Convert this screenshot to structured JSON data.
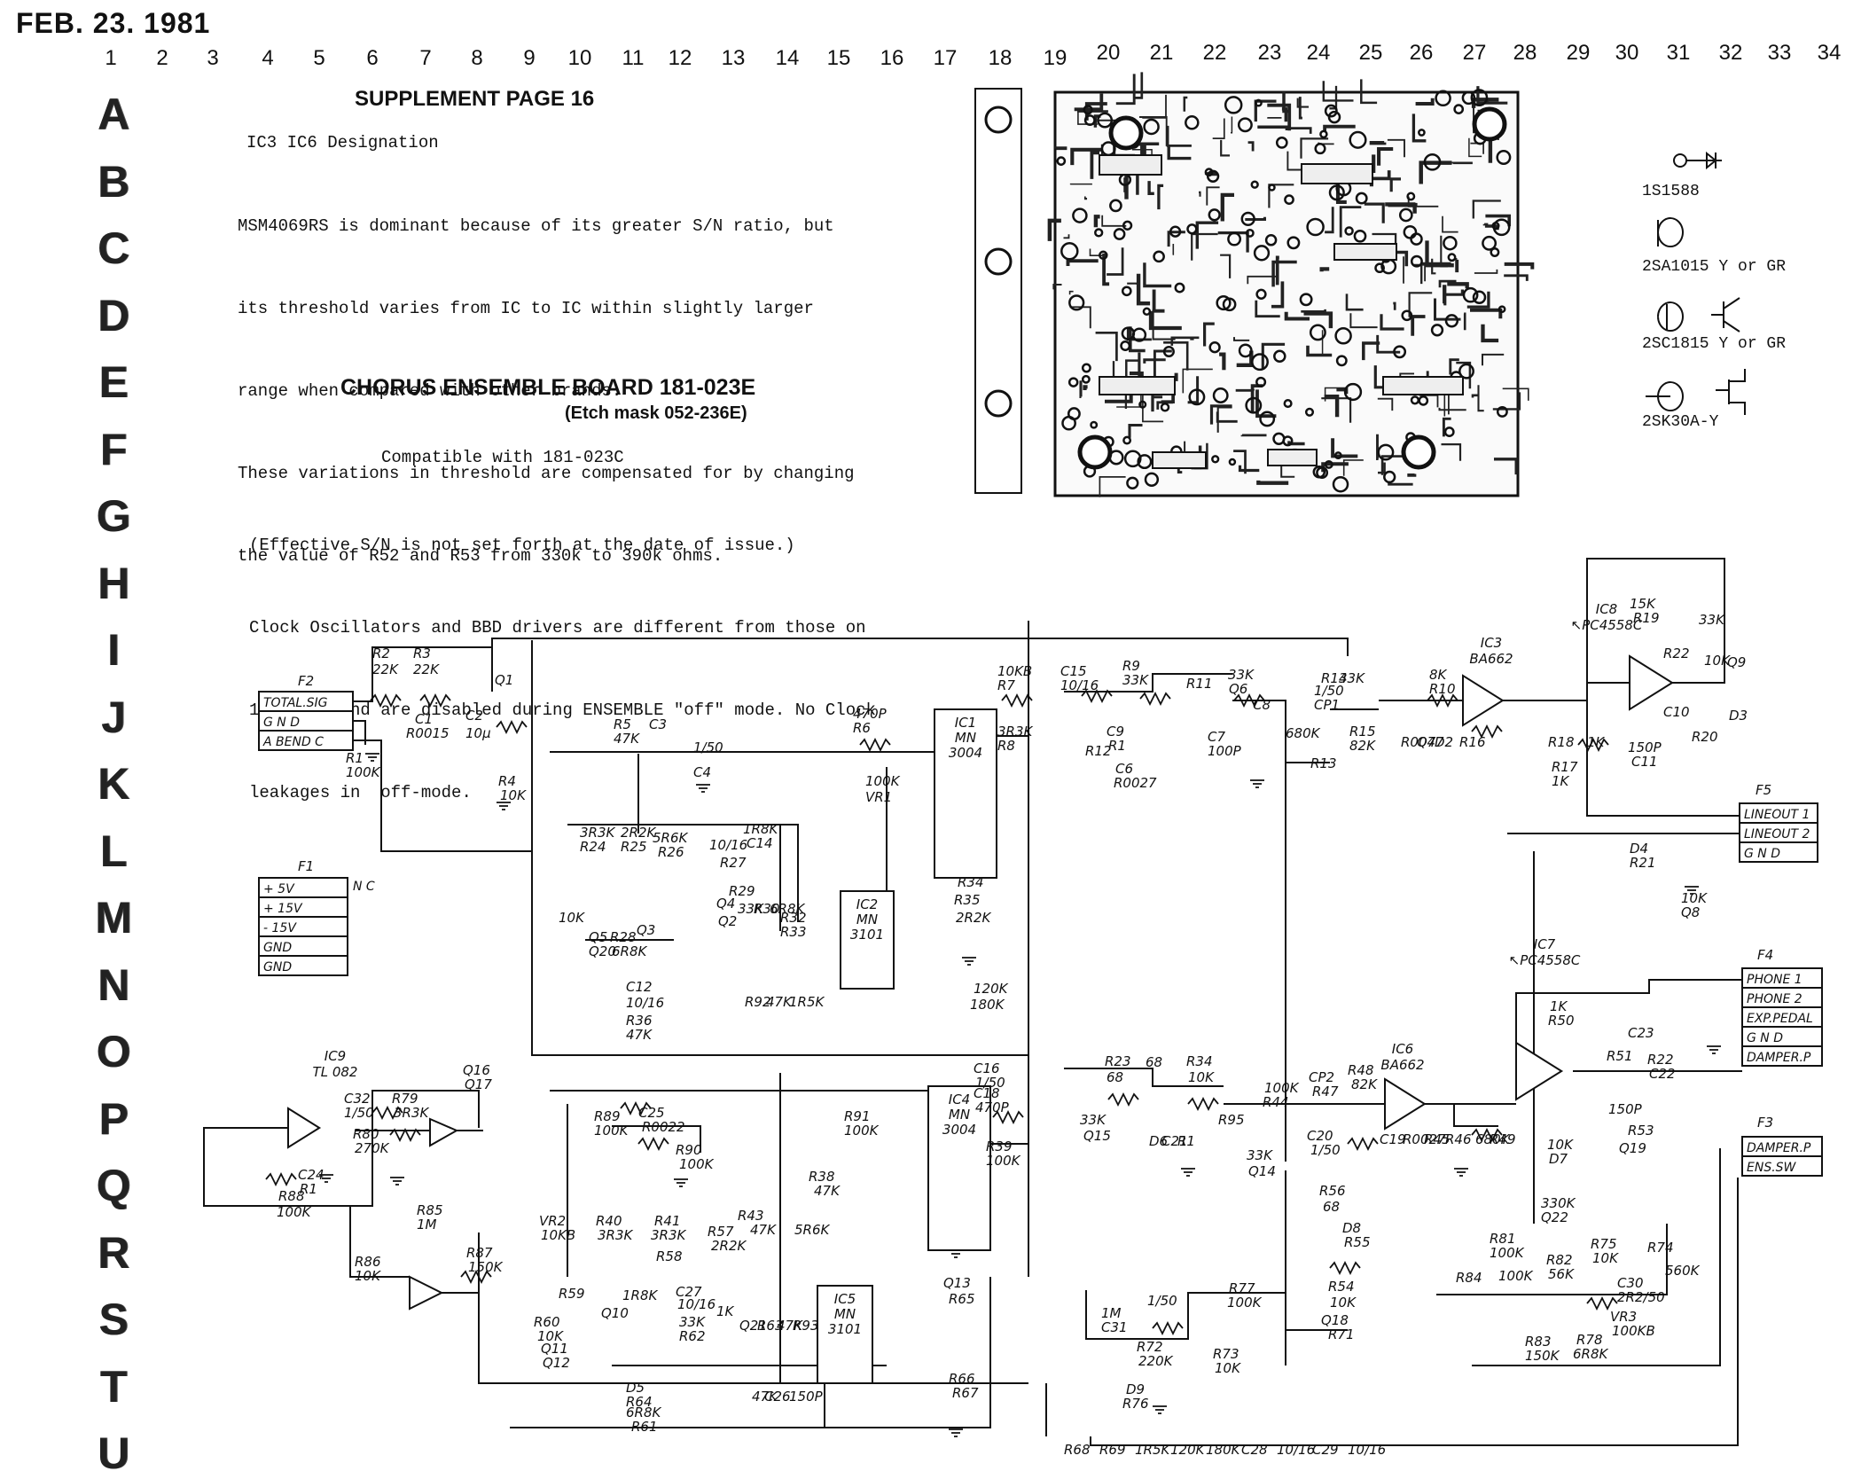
{
  "header": {
    "date": "FEB. 23. 1981",
    "columns": [
      "1",
      "2",
      "3",
      "4",
      "5",
      "6",
      "7",
      "8",
      "9",
      "10",
      "11",
      "12",
      "13",
      "14",
      "15",
      "16",
      "17",
      "18",
      "19",
      "20",
      "21",
      "22",
      "23",
      "24",
      "25",
      "26",
      "27",
      "28",
      "29",
      "30",
      "31",
      "32",
      "33",
      "34"
    ],
    "rows": [
      "A",
      "B",
      "C",
      "D",
      "E",
      "F",
      "G",
      "H",
      "I",
      "J",
      "K",
      "L",
      "M",
      "N",
      "O",
      "P",
      "Q",
      "R",
      "S",
      "T",
      "U"
    ]
  },
  "notes": {
    "supplement_title": "SUPPLEMENT PAGE 16",
    "designation": "IC3  IC6  Designation",
    "paragraph1": [
      "MSM4069RS is dominant because of its greater S/N ratio, but",
      "its threshold varies from IC to IC within slightly larger",
      "range when compared with other brands.",
      "These variations in threshold are compensated for by changing",
      "the value of R52 and R53 from 330k to 390k ohms."
    ],
    "board_title": "CHORUS ENSEMBLE BOARD 181-023E",
    "etch_mask": "(Etch mask 052-236E)",
    "compatible": "Compatible with 181-023C",
    "paragraph2": [
      "(Effective S/N is not set forth at the date of issue.)",
      "Clock Oscillators and BBD drivers are different from those on",
      "181-023C and are disabled during ENSEMBLE \"off\" mode. No Clock",
      "leakages in  off-mode."
    ]
  },
  "semiconductors": {
    "diode": "1S1588",
    "pnp": "2SA1015 Y or GR",
    "npn": "2SC1815 Y or GR",
    "fet": "2SK30A-Y"
  },
  "connectors": {
    "F2": {
      "name": "F2",
      "pins": [
        "TOTAL.SIG",
        "G N D",
        "A BEND  C"
      ]
    },
    "F1": {
      "name": "F1",
      "pins": [
        "+ 5V",
        "+ 15V",
        "- 15V",
        "GND",
        "GND"
      ],
      "nc": "N C"
    },
    "F5": {
      "name": "F5",
      "pins": [
        "LINEOUT 1",
        "LINEOUT 2",
        "G N D"
      ]
    },
    "F4": {
      "name": "F4",
      "pins": [
        "PHONE 1",
        "PHONE 2",
        "EXP.PEDAL",
        "G N D",
        "DAMPER.P"
      ]
    },
    "F3": {
      "name": "F3",
      "pins": [
        "DAMPER.P",
        "ENS.SW"
      ]
    }
  },
  "ics": {
    "ic1": [
      "IC1",
      "MN",
      "3004"
    ],
    "ic2": [
      "IC2",
      "MN",
      "3101"
    ],
    "ic4": [
      "IC4",
      "MN",
      "3004"
    ],
    "ic5": [
      "IC5",
      "MN",
      "3101"
    ],
    "ic3": [
      "IC3",
      "BA662"
    ],
    "ic6": [
      "IC6",
      "BA662"
    ],
    "ic7": [
      "IC7",
      "↖PC4558C"
    ],
    "ic8": [
      "IC8",
      "↖PC4558C"
    ],
    "ic9": [
      "IC9",
      "TL 082"
    ]
  },
  "parts": [
    "R2",
    "22K",
    "R3",
    "22K",
    "Q1",
    "C1",
    "R0015",
    "C2",
    "10µ",
    "R1",
    "100K",
    "R4",
    "10K",
    "R5",
    "47K",
    "C3",
    "1/50",
    "C4",
    "470P",
    "R6",
    "100K",
    "VR1",
    "10KB",
    "R7",
    "3R3K",
    "R8",
    "3R3K",
    "R24",
    "2R2K",
    "R25",
    "5R6K",
    "R26",
    "1R8K",
    "C14",
    "10/16",
    "R27",
    "10K",
    "Q3",
    "Q4",
    "Q2",
    "Q5",
    "Q20",
    "R28",
    "6R8K",
    "R29",
    "33K",
    "R30",
    "6R8K",
    "R32",
    "R33",
    "R34",
    "R35",
    "2R2K",
    "C12",
    "10/16",
    "R36",
    "47K",
    "R92",
    "47K",
    "1R5K",
    "120K",
    "180K",
    "C15",
    "10/16",
    "R9",
    "33K",
    "R11",
    "33K",
    "Q6",
    "C8",
    "1/50",
    "CP1",
    "R14",
    "33K",
    "R15",
    "82K",
    "C9",
    "R1",
    "C6",
    "R0027",
    "C7",
    "100P",
    "R12",
    "680K",
    "R13",
    "8K",
    "R10",
    "R0047",
    "Q7",
    "D2",
    "R16",
    "1K",
    "R17",
    "1K",
    "R18",
    "15K",
    "R19",
    "33K",
    "R22",
    "C10",
    "150P",
    "C11",
    "R20",
    "10K",
    "Q9",
    "D3",
    "D4",
    "R21",
    "10K",
    "Q8",
    "R23",
    "68",
    "68",
    "R34",
    "10K",
    "R95",
    "100K",
    "R44",
    "33K",
    "Q14",
    "C20",
    "1/50",
    "CP2",
    "R47",
    "33K",
    "Q15",
    "D6",
    "C21",
    "R1",
    "R48",
    "82K",
    "C19",
    "R0027",
    "R45",
    "R46",
    "680K",
    "R49",
    "1K",
    "R50",
    "R51",
    "C23",
    "R22",
    "C22",
    "150P",
    "R53",
    "10K",
    "D7",
    "Q19",
    "R56",
    "68",
    "D8",
    "R55",
    "R54",
    "10K",
    "Q18",
    "R71",
    "1M",
    "C31",
    "1/50",
    "R72",
    "220K",
    "R73",
    "10K",
    "R77",
    "100K",
    "D9",
    "R76",
    "330K",
    "Q22",
    "R75",
    "10K",
    "R74",
    "560K",
    "C30",
    "2R2/50",
    "VR3",
    "100KB",
    "R81",
    "100K",
    "R84",
    "100K",
    "R82",
    "56K",
    "R83",
    "150K",
    "R78",
    "6R8K",
    "Q16",
    "Q17",
    "C32",
    "1/50",
    "R79",
    "3R3K",
    "R80",
    "270K",
    "C24",
    "R1",
    "R88",
    "100K",
    "R85",
    "1M",
    "R86",
    "10K",
    "R87",
    "150K",
    "R89",
    "100K",
    "C25",
    "R0022",
    "R90",
    "100K",
    "R91",
    "100K",
    "R38",
    "47K",
    "C16",
    "1/50",
    "C18",
    "470P",
    "R39",
    "100K",
    "VR2",
    "10KB",
    "R40",
    "3R3K",
    "R41",
    "3R3K",
    "R43",
    "47K",
    "R57",
    "2R2K",
    "R58",
    "5R6K",
    "R59",
    "1R8K",
    "C27",
    "10/16",
    "R60",
    "10K",
    "Q11",
    "Q12",
    "Q10",
    "D5",
    "R64",
    "6R8K",
    "R61",
    "33K",
    "R62",
    "1K",
    "Q21",
    "R63",
    "47K",
    "R93",
    "47K",
    "C26",
    "150P",
    "Q13",
    "R65",
    "R66",
    "R67",
    "R68",
    "R69",
    "1R5K",
    "120K",
    "180K",
    "C28",
    "10/16",
    "C29",
    "10/16"
  ]
}
